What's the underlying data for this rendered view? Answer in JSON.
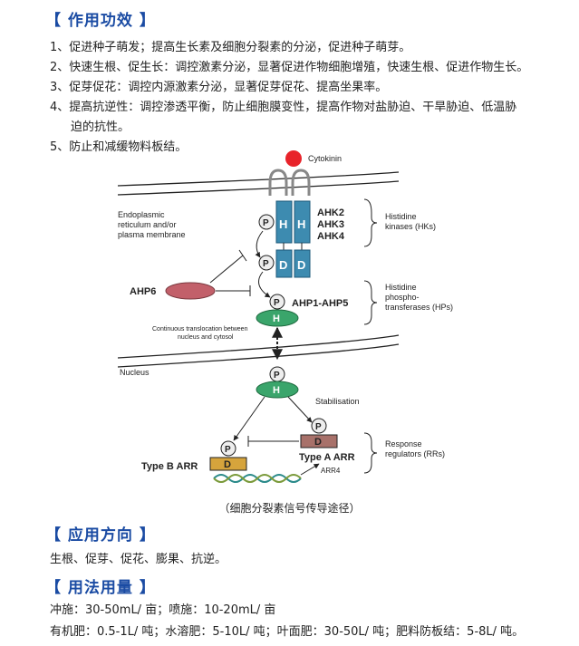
{
  "sections": {
    "efficacy": {
      "heading": "【 作用功效 】",
      "items": [
        {
          "num": "1、",
          "text": "促进种子萌发；提高生长素及细胞分裂素的分泌，促进种子萌芽。"
        },
        {
          "num": "2、",
          "text": "快速生根、促生长：调控激素分泌，显著促进作物细胞增殖，快速生根、促进作物生长。"
        },
        {
          "num": "3、",
          "text": "促芽促花：调控内源激素分泌，显著促芽促花、提高坐果率。"
        },
        {
          "num": "4、",
          "text": "提高抗逆性：调控渗透平衡，防止细胞膜变性，提高作物对盐胁迫、干旱胁迫、低温胁",
          "cont": "迫的抗性。"
        },
        {
          "num": "5、",
          "text": "防止和减缓物料板结。"
        }
      ]
    },
    "application": {
      "heading": "【 应用方向 】",
      "text": "生根、促芽、促花、膨果、抗逆。"
    },
    "dosage": {
      "heading": "【 用法用量 】",
      "line1": "冲施：30-50mL/ 亩；喷施：10-20mL/ 亩",
      "line2": "有机肥：0.5-1L/ 吨；水溶肥：5-10L/ 吨；叶面肥：30-50L/ 吨；肥料防板结：5-8L/ 吨。"
    }
  },
  "diagram": {
    "cytokinin": "Cytokinin",
    "er_label": [
      "Endoplasmic",
      "reticulum and/or",
      "plasma membrane"
    ],
    "h": "H",
    "d": "D",
    "p": "P",
    "ahk": [
      "AHK2",
      "AHK3",
      "AHK4"
    ],
    "hk_label": [
      "Histidine",
      "kinases (HKs)"
    ],
    "ahp6": "AHP6",
    "ahp": "AHP1-AHP5",
    "hp_label": [
      "Histidine",
      "phospho-",
      "transferases (HPs)"
    ],
    "translocation": [
      "Continuous translocation between",
      "nucleus and cytosol"
    ],
    "nucleus": "Nucleus",
    "stabilisation": "Stabilisation",
    "rr_label": [
      "Response",
      "regulators (RRs)"
    ],
    "type_b": "Type B ARR",
    "type_a": "Type A ARR",
    "arr4": "ARR4",
    "colors": {
      "cytokinin": "#e8232a",
      "receptor": "#3d8bb0",
      "hp": "#3aa56b",
      "ahp6": "#c2606a",
      "type_a": "#a8716a",
      "type_b": "#d6a43c",
      "heading": "#1a4ba3"
    },
    "caption": "（细胞分裂素信号传导途径）"
  }
}
